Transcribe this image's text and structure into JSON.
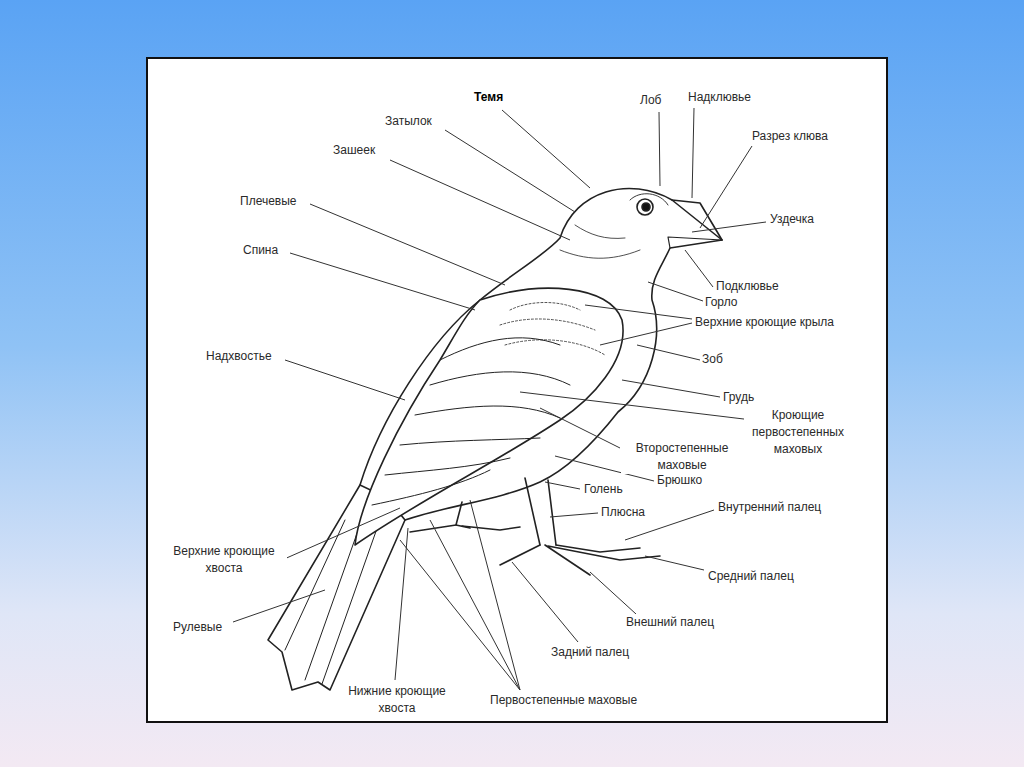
{
  "diagram": {
    "labels": [
      "Темя",
      "Лоб",
      "Надклювье",
      "Затылок",
      "Разрез клюва",
      "Зашеек",
      "Плечевые",
      "Уздечка",
      "Спина",
      "Подклювье",
      "Горло",
      "Верхние кроющие крыла",
      "Зоб",
      "Надхвостье",
      "Грудь",
      "Кроющие первостепенных маховых",
      "Второстепенные маховые",
      "Брюшко",
      "Голень",
      "Плюсна",
      "Внутренний палец",
      "Верхние кроющие хвоста",
      "Средний палец",
      "Рулевые",
      "Внешний палец",
      "Задний палец",
      "Нижние кроющие хвоста",
      "Первостепенные маховые"
    ]
  }
}
